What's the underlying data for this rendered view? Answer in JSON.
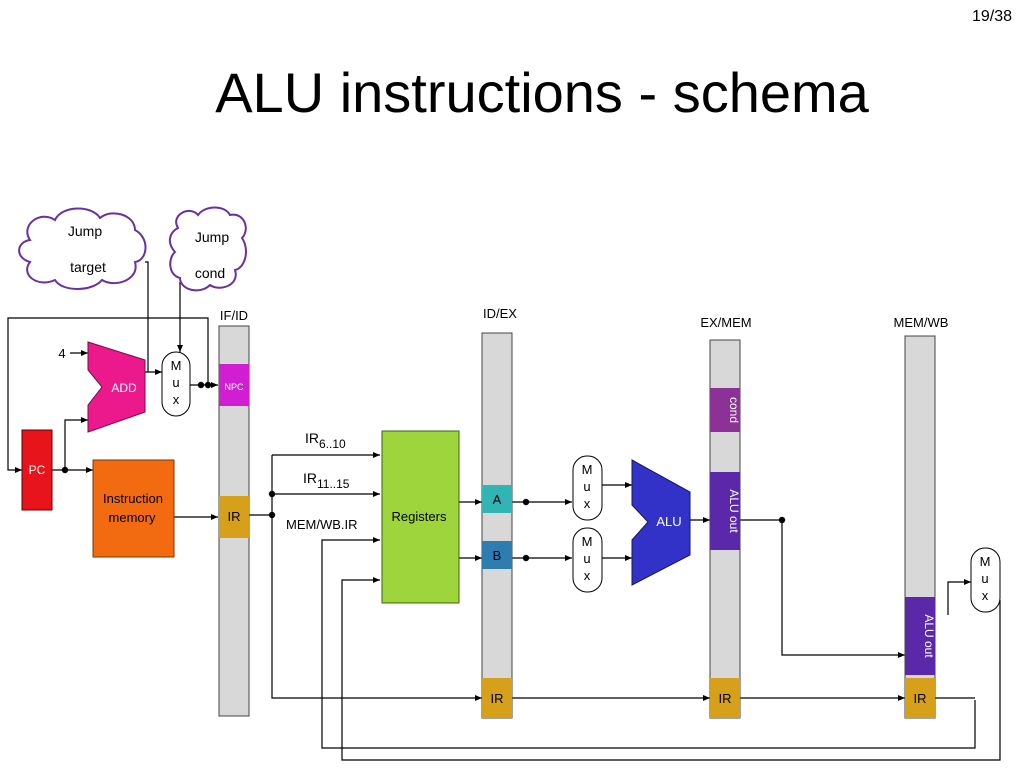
{
  "page_number": "19/38",
  "title": "ALU instructions - schema",
  "clouds": {
    "jump_target": [
      "Jump",
      "target"
    ],
    "jump_cond": [
      "Jump",
      "cond"
    ]
  },
  "pipeline_registers": [
    "IF/ID",
    "ID/EX",
    "EX/MEM",
    "MEM/WB"
  ],
  "blocks": {
    "pc": "PC",
    "add": "ADD",
    "four": "4",
    "instruction_memory": [
      "Instruction",
      "memory"
    ],
    "registers": "Registers",
    "alu": "ALU",
    "mux": [
      "M",
      "u",
      "x"
    ]
  },
  "fields": {
    "npc": "NPC",
    "ir": "IR",
    "a": "A",
    "b": "B",
    "cond": "cond",
    "alu_out": "ALU out"
  },
  "signals": {
    "ir_6_10": "IR",
    "ir_6_10_sub": "6..10",
    "ir_11_15": "IR",
    "ir_11_15_sub": "11..15",
    "mem_wb_ir": "MEM/WB.IR"
  },
  "colors": {
    "pc": "#e8141c",
    "add": "#ec198c",
    "instruction_memory": "#f26b10",
    "registers": "#9ed43c",
    "alu": "#3232c8",
    "npc": "#d21ed2",
    "ir": "#d6a01a",
    "a": "#30b4b4",
    "b": "#2e7db0",
    "cond": "#8c3296",
    "alu_out": "#5a28a8",
    "bar": "#d8d8d8"
  }
}
